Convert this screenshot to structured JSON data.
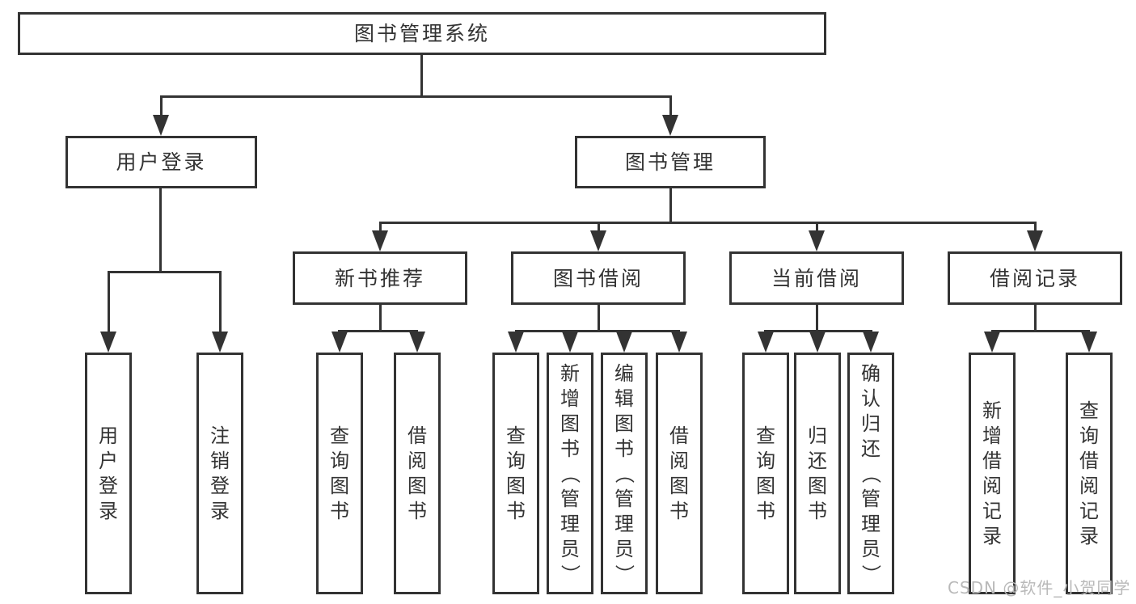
{
  "diagram": {
    "title": "图书管理系统",
    "tree": {
      "label": "图书管理系统",
      "children": [
        {
          "label": "用户登录",
          "children": [
            {
              "label": "用户登录"
            },
            {
              "label": "注销登录"
            }
          ]
        },
        {
          "label": "图书管理",
          "children": [
            {
              "label": "新书推荐",
              "children": [
                {
                  "label": "查询图书"
                },
                {
                  "label": "借阅图书"
                }
              ]
            },
            {
              "label": "图书借阅",
              "children": [
                {
                  "label": "查询图书"
                },
                {
                  "label": "新增图书（管理员）"
                },
                {
                  "label": "编辑图书（管理员）"
                },
                {
                  "label": "借阅图书"
                }
              ]
            },
            {
              "label": "当前借阅",
              "children": [
                {
                  "label": "查询图书"
                },
                {
                  "label": "归还图书"
                },
                {
                  "label": "确认归还（管理员）"
                }
              ]
            },
            {
              "label": "借阅记录",
              "children": [
                {
                  "label": "新增借阅记录"
                },
                {
                  "label": "查询借阅记录"
                }
              ]
            }
          ]
        }
      ]
    }
  },
  "watermark": {
    "text": "CSDN @软件_小贺同学"
  },
  "colors": {
    "line": "#333333",
    "text": "#333333",
    "box_background": "#ffffff",
    "page_background": "#ffffff",
    "watermark": "#b9b9b9"
  }
}
